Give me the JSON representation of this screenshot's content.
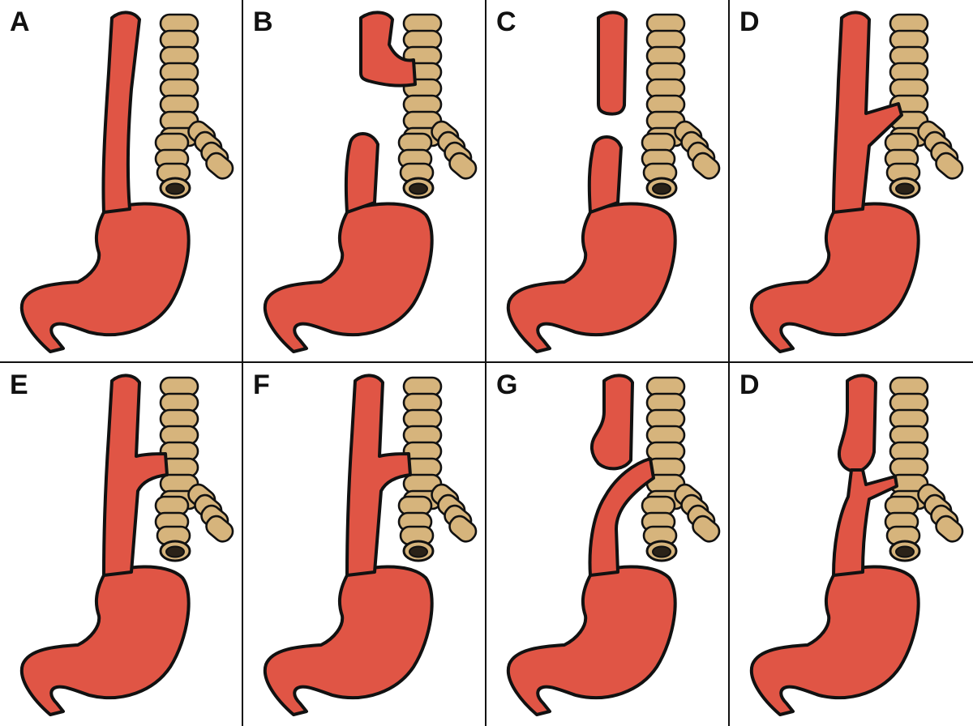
{
  "panels": [
    {
      "label": "A",
      "variant": "normal"
    },
    {
      "label": "B",
      "variant": "proximal-fistula"
    },
    {
      "label": "C",
      "variant": "isolated-atresia"
    },
    {
      "label": "D",
      "variant": "double-fistula"
    },
    {
      "label": "E",
      "variant": "h-type-fistula"
    },
    {
      "label": "F",
      "variant": "h-type-fistula"
    },
    {
      "label": "G",
      "variant": "distal-fistula"
    },
    {
      "label": "D",
      "variant": "double-fistula-pouch"
    }
  ],
  "colors": {
    "esophagus_stomach": "#e05545",
    "trachea": "#d6b47c",
    "outline": "#111111"
  }
}
